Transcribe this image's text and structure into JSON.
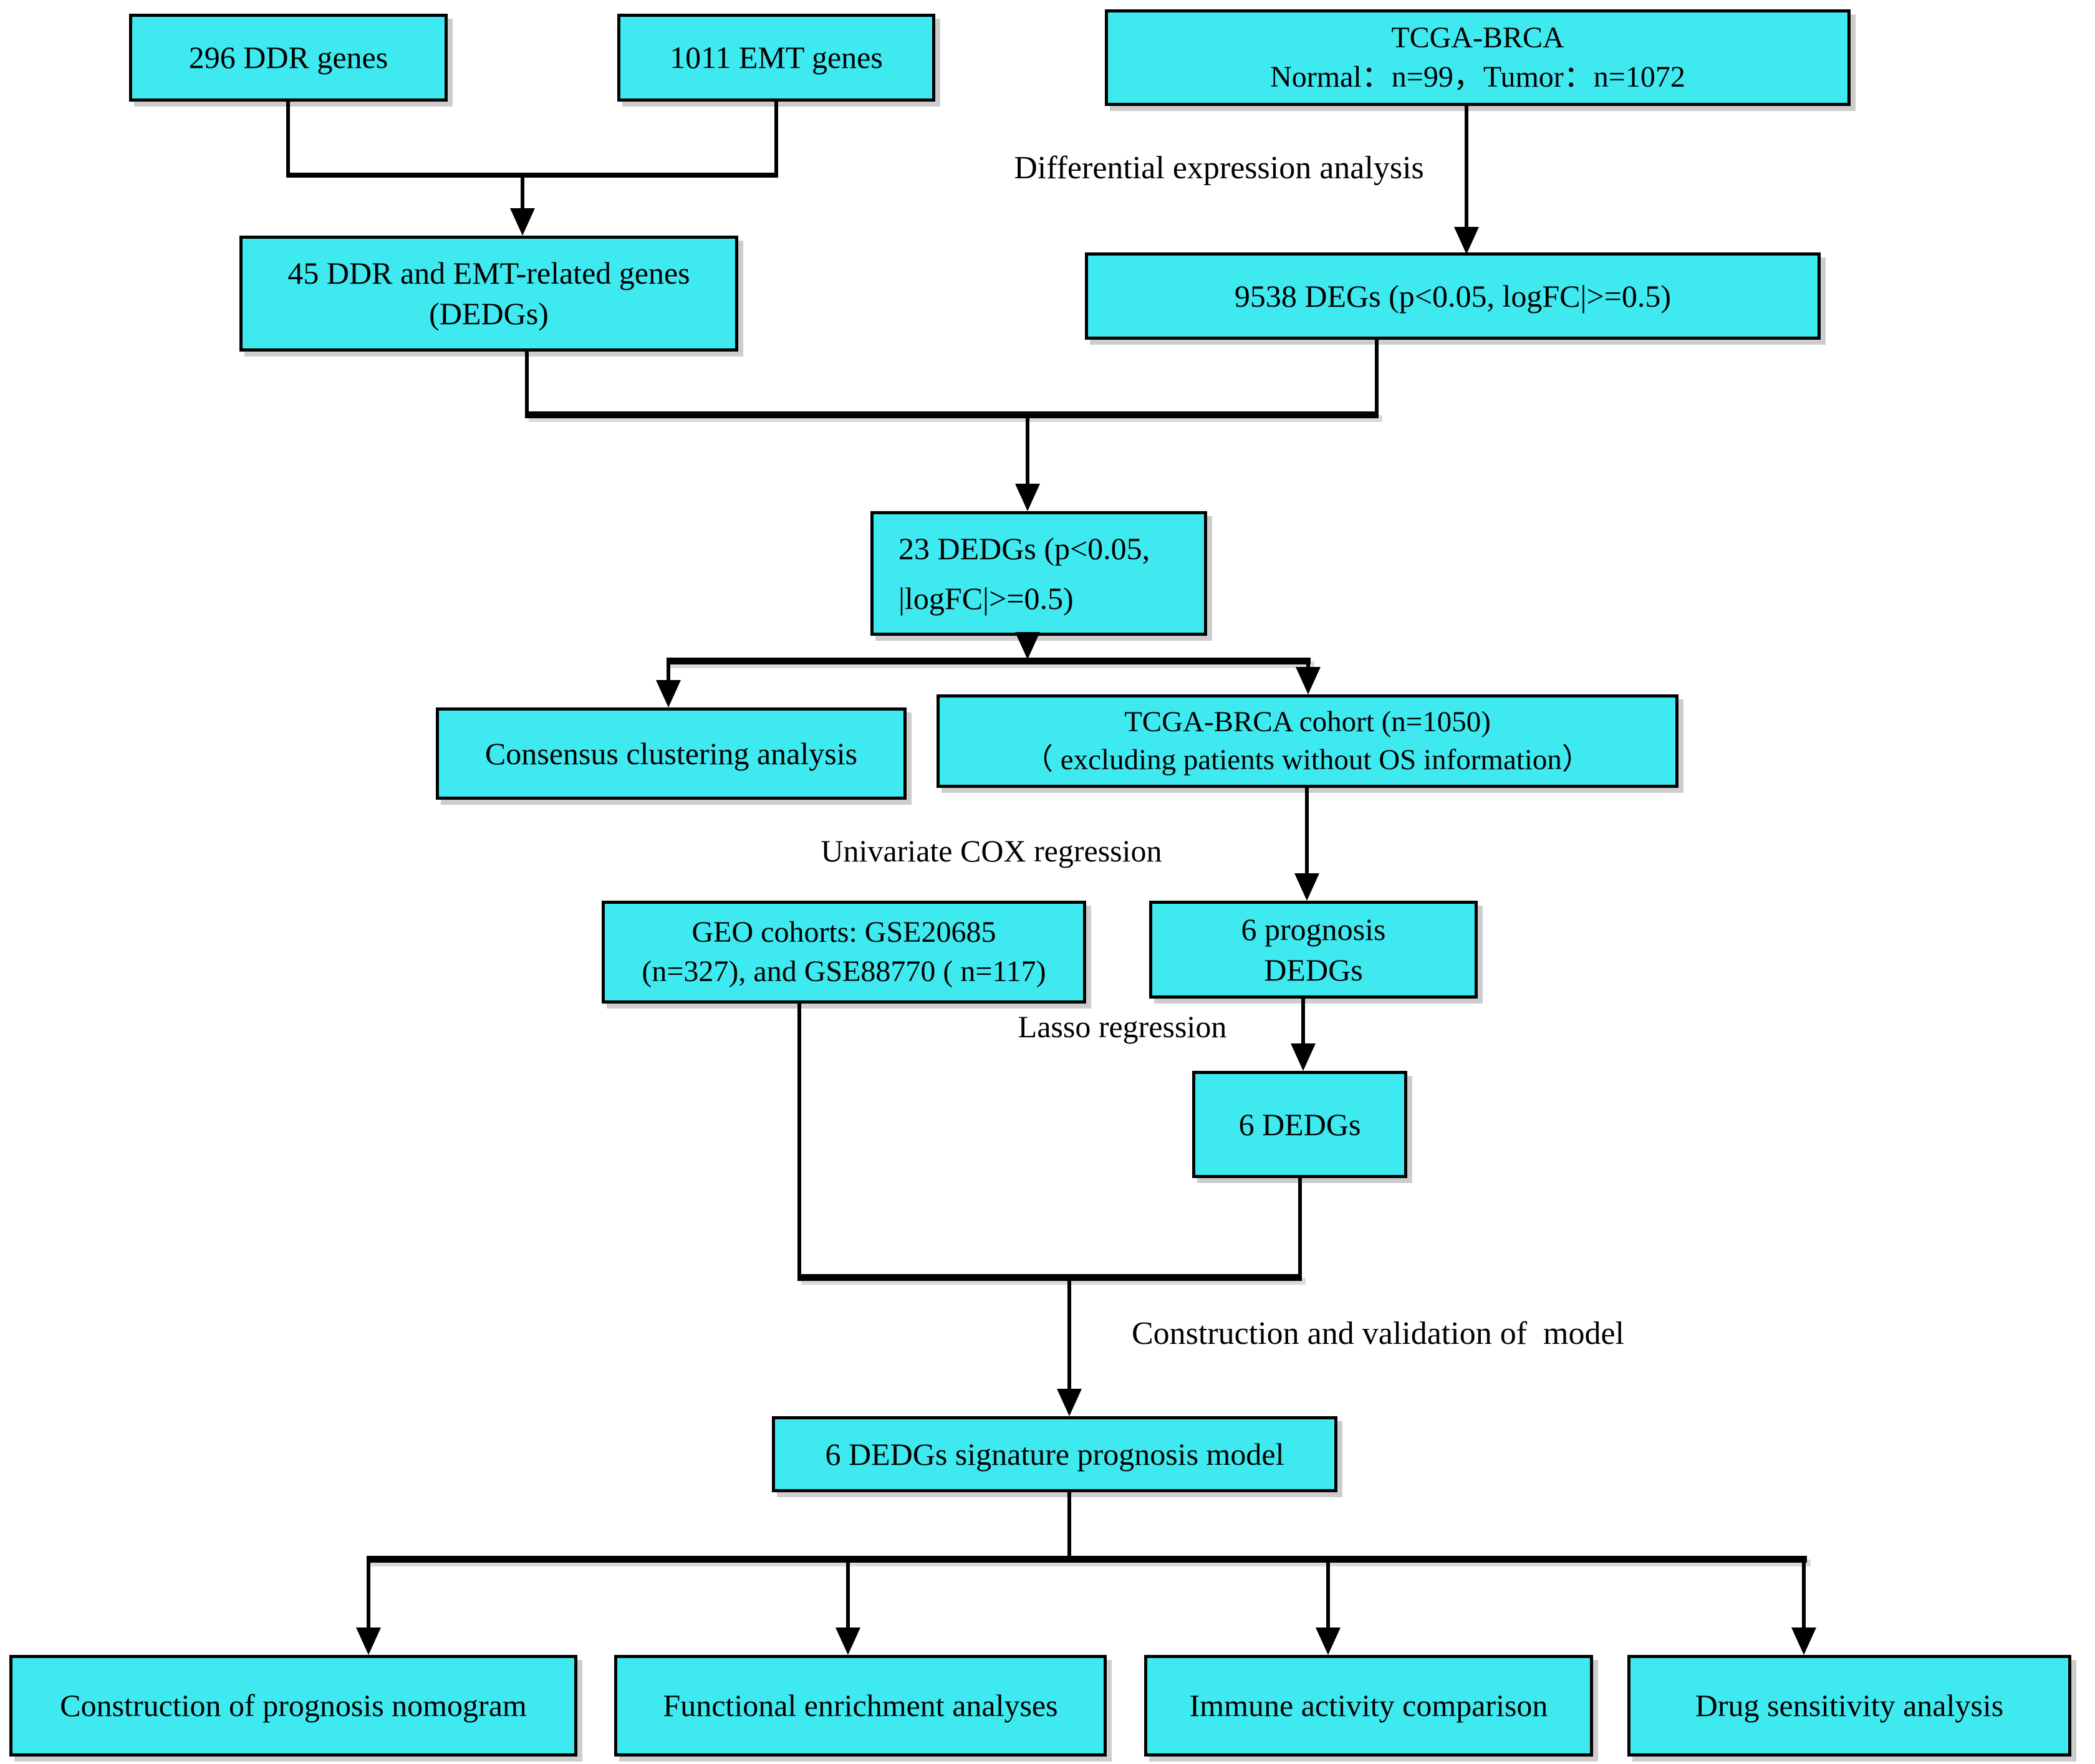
{
  "diagram": {
    "title": "Study flowchart",
    "node_fill_color": "#3fe9f0",
    "node_border_color": "#000000",
    "line_color": "#000000",
    "background_color": "#ffffff"
  },
  "nodes": {
    "ddr_genes": {
      "lines": [
        "296 DDR genes"
      ]
    },
    "emt_genes": {
      "lines": [
        "1011 EMT genes"
      ]
    },
    "tcga_brca": {
      "lines": [
        "TCGA-BRCA",
        "Normal：n=99，Tumor：n=1072"
      ]
    },
    "dedgs_45": {
      "lines": [
        "45 DDR and EMT-related genes",
        "(DEDGs)"
      ]
    },
    "degs_9538": {
      "lines": [
        "9538 DEGs (p<0.05, logFC|>=0.5)"
      ]
    },
    "dedgs_23": {
      "lines": [
        "23 DEDGs (p<0.05,",
        "|logFC|>=0.5)"
      ]
    },
    "consensus": {
      "lines": [
        "Consensus clustering analysis"
      ]
    },
    "tcga_cohort": {
      "lines": [
        "TCGA-BRCA cohort (n=1050)",
        "（ excluding patients without OS information）"
      ]
    },
    "geo_cohorts": {
      "lines": [
        "GEO cohorts: GSE20685",
        "(n=327), and GSE88770 ( n=117)"
      ]
    },
    "prognosis_dedgs": {
      "lines": [
        "6 prognosis",
        "DEDGs"
      ]
    },
    "dedgs_6": {
      "lines": [
        "6 DEDGs"
      ]
    },
    "signature_model": {
      "lines": [
        "6 DEDGs signature prognosis model"
      ]
    },
    "nomogram": {
      "lines": [
        "Construction of prognosis nomogram"
      ]
    },
    "enrichment": {
      "lines": [
        "Functional enrichment analyses"
      ]
    },
    "immune": {
      "lines": [
        "Immune activity comparison"
      ]
    },
    "drug": {
      "lines": [
        "Drug sensitivity analysis"
      ]
    }
  },
  "edge_labels": {
    "diff_expr": "Differential expression analysis",
    "univariate": "Univariate COX regression",
    "lasso": "Lasso regression",
    "construction": "Construction and validation of  model"
  }
}
